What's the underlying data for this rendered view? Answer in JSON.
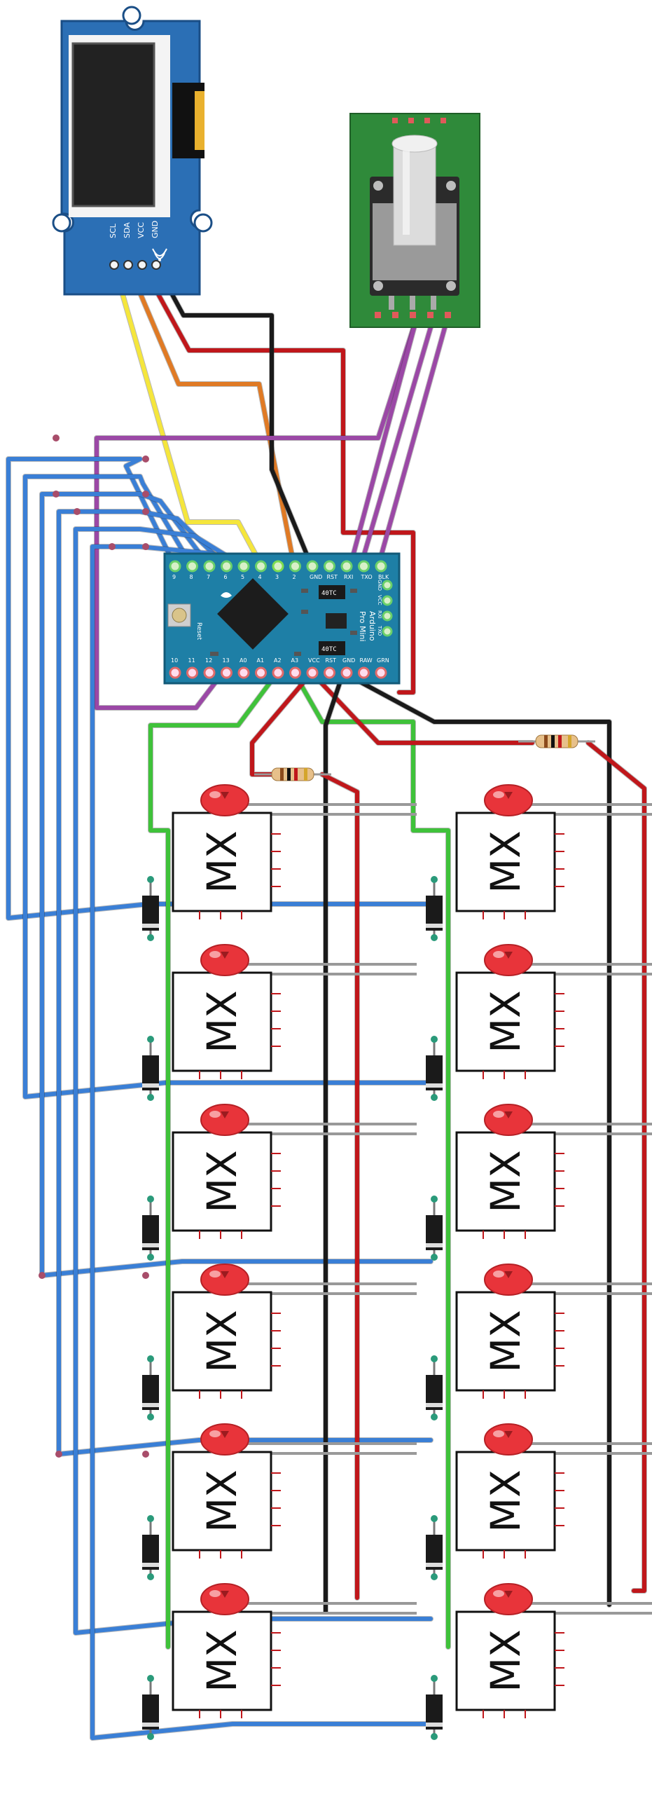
{
  "oled": {
    "pins": [
      "SCL",
      "SDA",
      "VCC",
      "GND"
    ]
  },
  "encoder": {},
  "arduino": {
    "board_label_line1": "Arduino",
    "board_label_line2": "Pro Mini",
    "reset_label": "Reset",
    "top_pins": [
      "9",
      "8",
      "7",
      "6",
      "5",
      "4",
      "3",
      "2",
      "GND",
      "RST",
      "RXI",
      "TXO",
      "BLK"
    ],
    "bottom_pins": [
      "10",
      "11",
      "12",
      "13",
      "A0",
      "A1",
      "A2",
      "A3",
      "VCC",
      "RST",
      "GND",
      "RAW",
      "GRN"
    ],
    "side_pins": [
      "GND",
      "VCC",
      "RXI",
      "TXO"
    ],
    "chip_labels": [
      "40TC",
      "40TC"
    ]
  },
  "switches": {
    "label": "MX",
    "count_per_column": 6,
    "columns": 2
  },
  "colors": {
    "pcb_blue": "#2b6fb5",
    "pcb_green": "#2f8a3a",
    "arduino_blue": "#1e7fa6",
    "wire_blue": "#3a7fd6",
    "wire_green": "#3fc23a",
    "wire_red": "#c0171b",
    "wire_black": "#1a1a1a",
    "wire_purple": "#9b48a6",
    "wire_yellow": "#f5e63c",
    "wire_orange": "#e07a24",
    "wire_grey": "#999999",
    "led_red": "#e8343a"
  }
}
